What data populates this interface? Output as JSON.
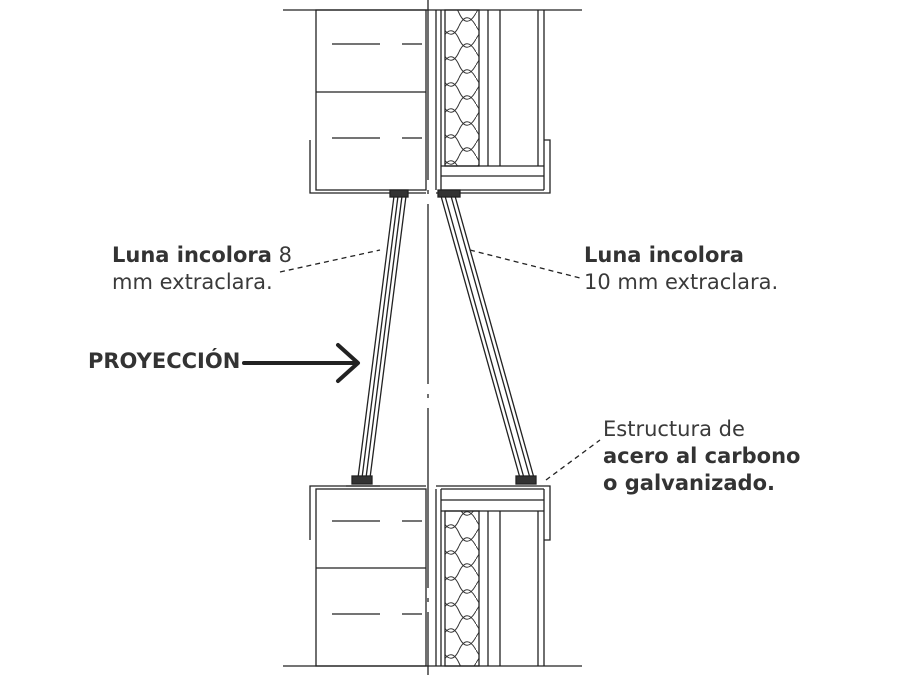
{
  "labels": {
    "left_glass": {
      "bold": "Luna incolora",
      "rest_line1": " 8",
      "line2": "mm extraclara."
    },
    "right_glass": {
      "bold": "Luna incolora",
      "line2": "10 mm extraclara."
    },
    "structure": {
      "line1": "Estructura de",
      "line2": "acero al carbono",
      "line3": "o galvanizado."
    },
    "projection": "PROYECCIÓN"
  },
  "colors": {
    "line": "#222222",
    "text": "#3a3a3a"
  }
}
